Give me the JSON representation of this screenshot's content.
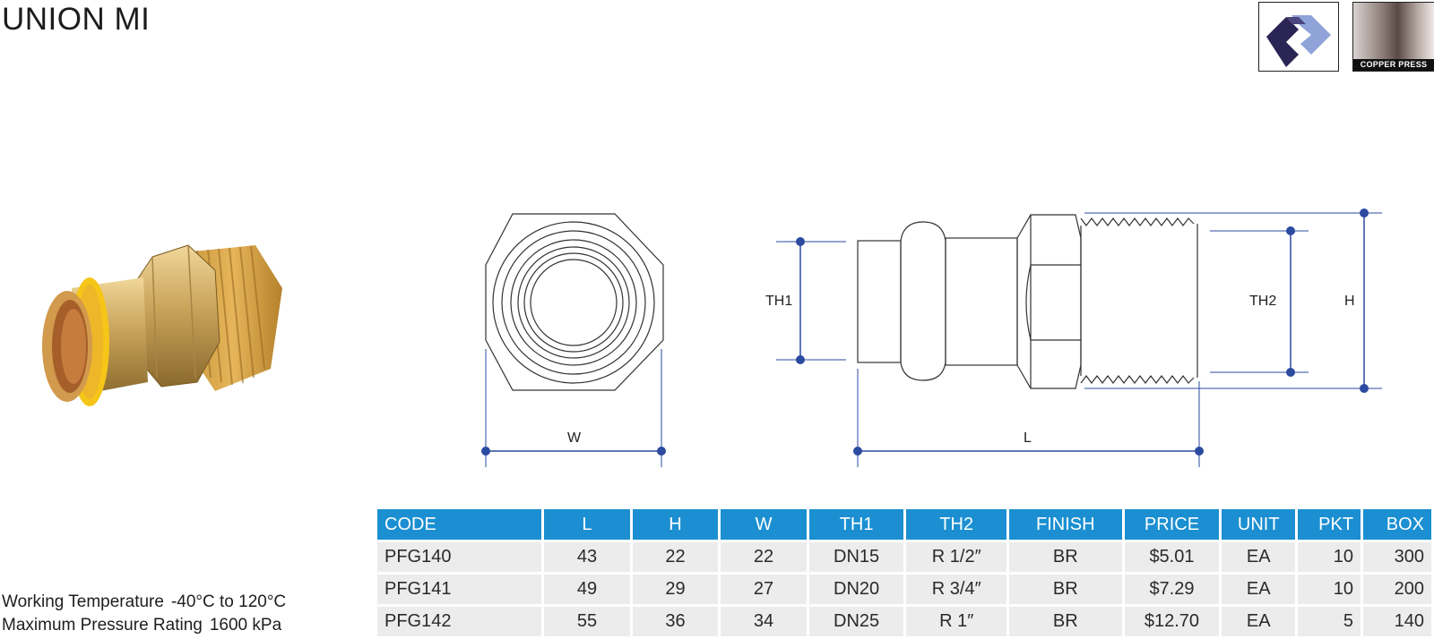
{
  "page": {
    "title": "UNION MI"
  },
  "brand": {
    "photo_label": "COPPER PRESS",
    "logo_icon": "brand-logo-icon",
    "accent": "#1b8fd1",
    "gas_band_color": "#f5c518"
  },
  "drawing": {
    "labels": {
      "w": "W",
      "l": "L",
      "th1": "TH1",
      "th2": "TH2",
      "h": "H"
    },
    "dimension_color": "#2b4aa0"
  },
  "table": {
    "columns": [
      "CODE",
      "L",
      "H",
      "W",
      "TH1",
      "TH2",
      "FINISH",
      "PRICE",
      "UNIT",
      "PKT",
      "BOX"
    ],
    "rows": [
      [
        "PFG140",
        "43",
        "22",
        "22",
        "DN15",
        "R 1/2″",
        "BR",
        "$5.01",
        "EA",
        "10",
        "300"
      ],
      [
        "PFG141",
        "49",
        "29",
        "27",
        "DN20",
        "R 3/4″",
        "BR",
        "$7.29",
        "EA",
        "10",
        "200"
      ],
      [
        "PFG142",
        "55",
        "36",
        "34",
        "DN25",
        "R 1″",
        "BR",
        "$12.70",
        "EA",
        "5",
        "140"
      ]
    ]
  },
  "specs": {
    "working_temp_label": "Working Temperature",
    "working_temp_value": "-40°C to 120°C",
    "pressure_label": "Maximum Pressure Rating",
    "pressure_value": "1600 kPa"
  }
}
